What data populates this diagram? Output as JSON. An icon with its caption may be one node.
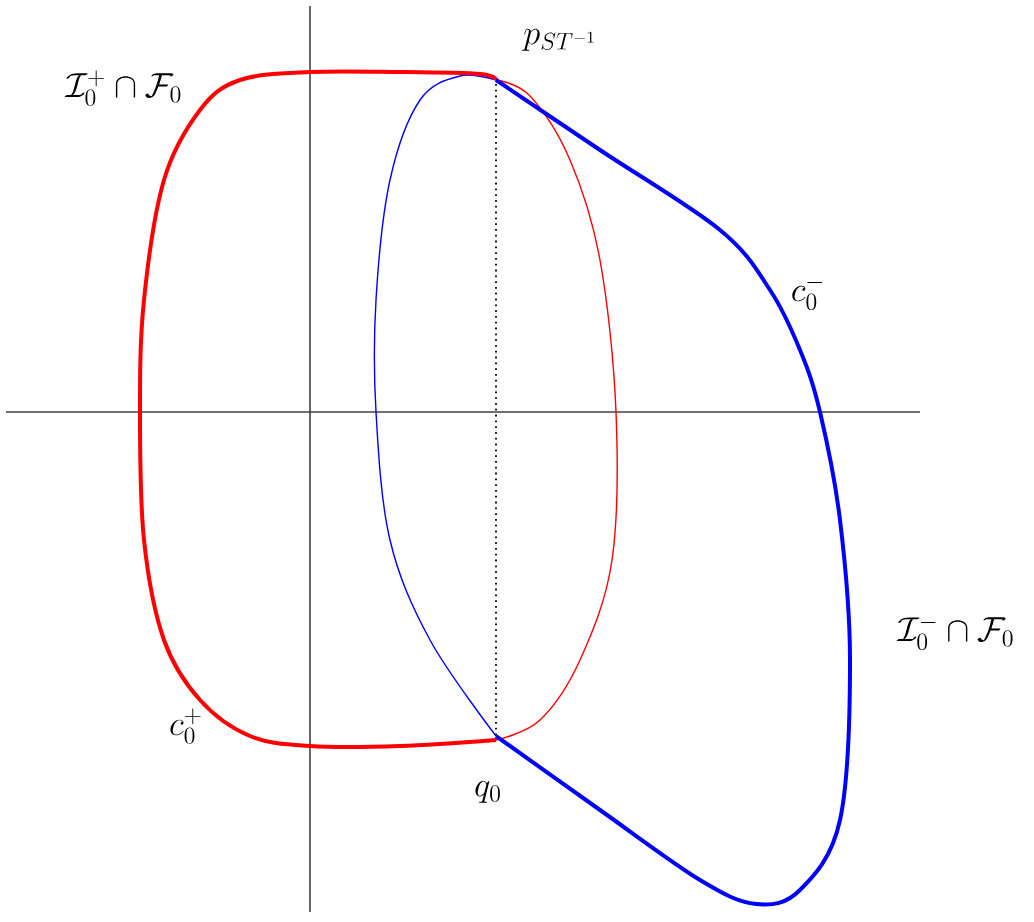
{
  "diagram": {
    "labels": [
      "\\mathcal{I}_0^+ \\cap \\mathcal{F}_0",
      "p_{ST^{-1}}",
      "c_0^-",
      "\\mathcal{I}_0^- \\cap \\mathcal{F}_0",
      "c_0^+",
      "q_0"
    ]
  }
}
